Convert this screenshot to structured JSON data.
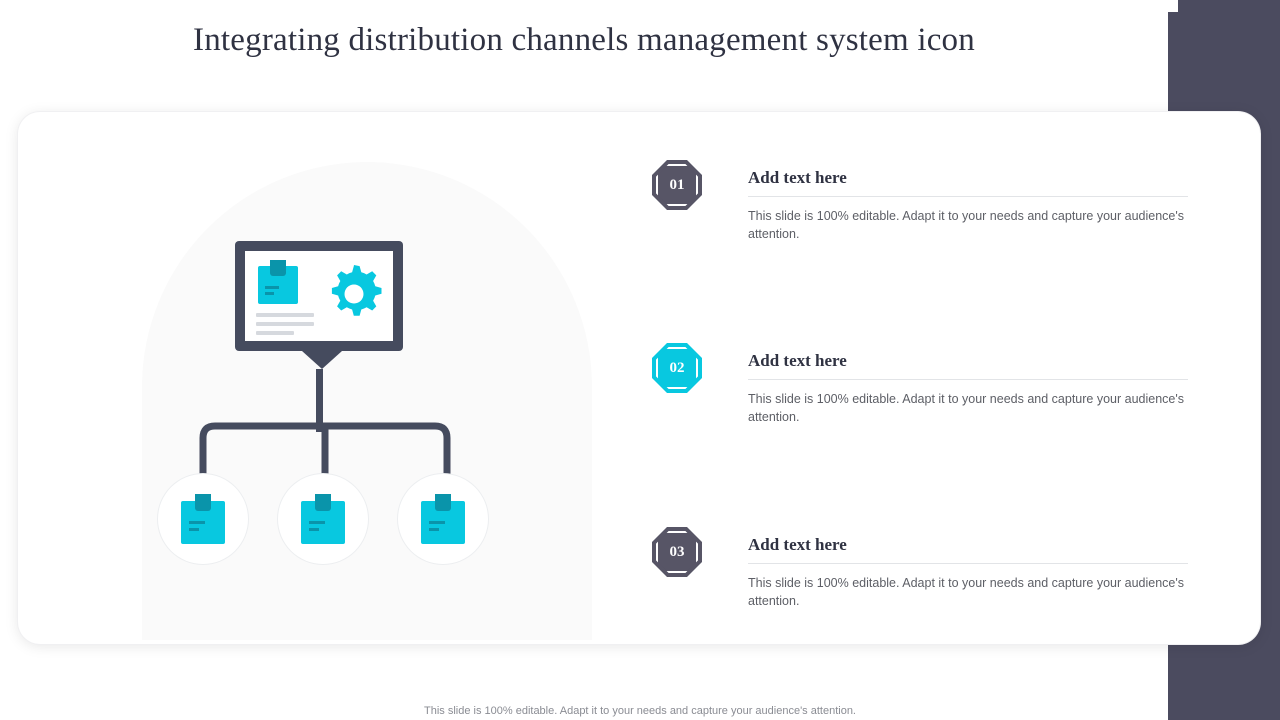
{
  "slide": {
    "title": "Integrating distribution channels management system icon",
    "footer": "This slide is 100% editable. Adapt it to your needs and capture your audience's attention."
  },
  "colors": {
    "accent_cyan": "#08c8e0",
    "accent_cyan_dark": "#0a94aa",
    "dark_slate": "#454b5e",
    "badge_dark": "#575566",
    "band": "#4b4b5f",
    "title_text": "#2f3242",
    "body_text": "#5d5f66"
  },
  "items": [
    {
      "number": "01",
      "heading": "Add text here",
      "body": "This slide is 100% editable.  Adapt it to your needs and capture your audience's attention.",
      "badge_style": "dark"
    },
    {
      "number": "02",
      "heading": "Add text here",
      "body": "This slide is 100% editable.  Adapt it to your needs and capture your audience's attention.",
      "badge_style": "cyan"
    },
    {
      "number": "03",
      "heading": "Add text here",
      "body": "This slide is 100% editable.  Adapt it to your needs and capture your audience's attention.",
      "badge_style": "dark"
    }
  ],
  "illustration": {
    "name": "distribution-channels-diagram",
    "monitor_label": "monitor-with-package-and-gear",
    "nodes": [
      "package-node-1",
      "package-node-2",
      "package-node-3"
    ]
  }
}
